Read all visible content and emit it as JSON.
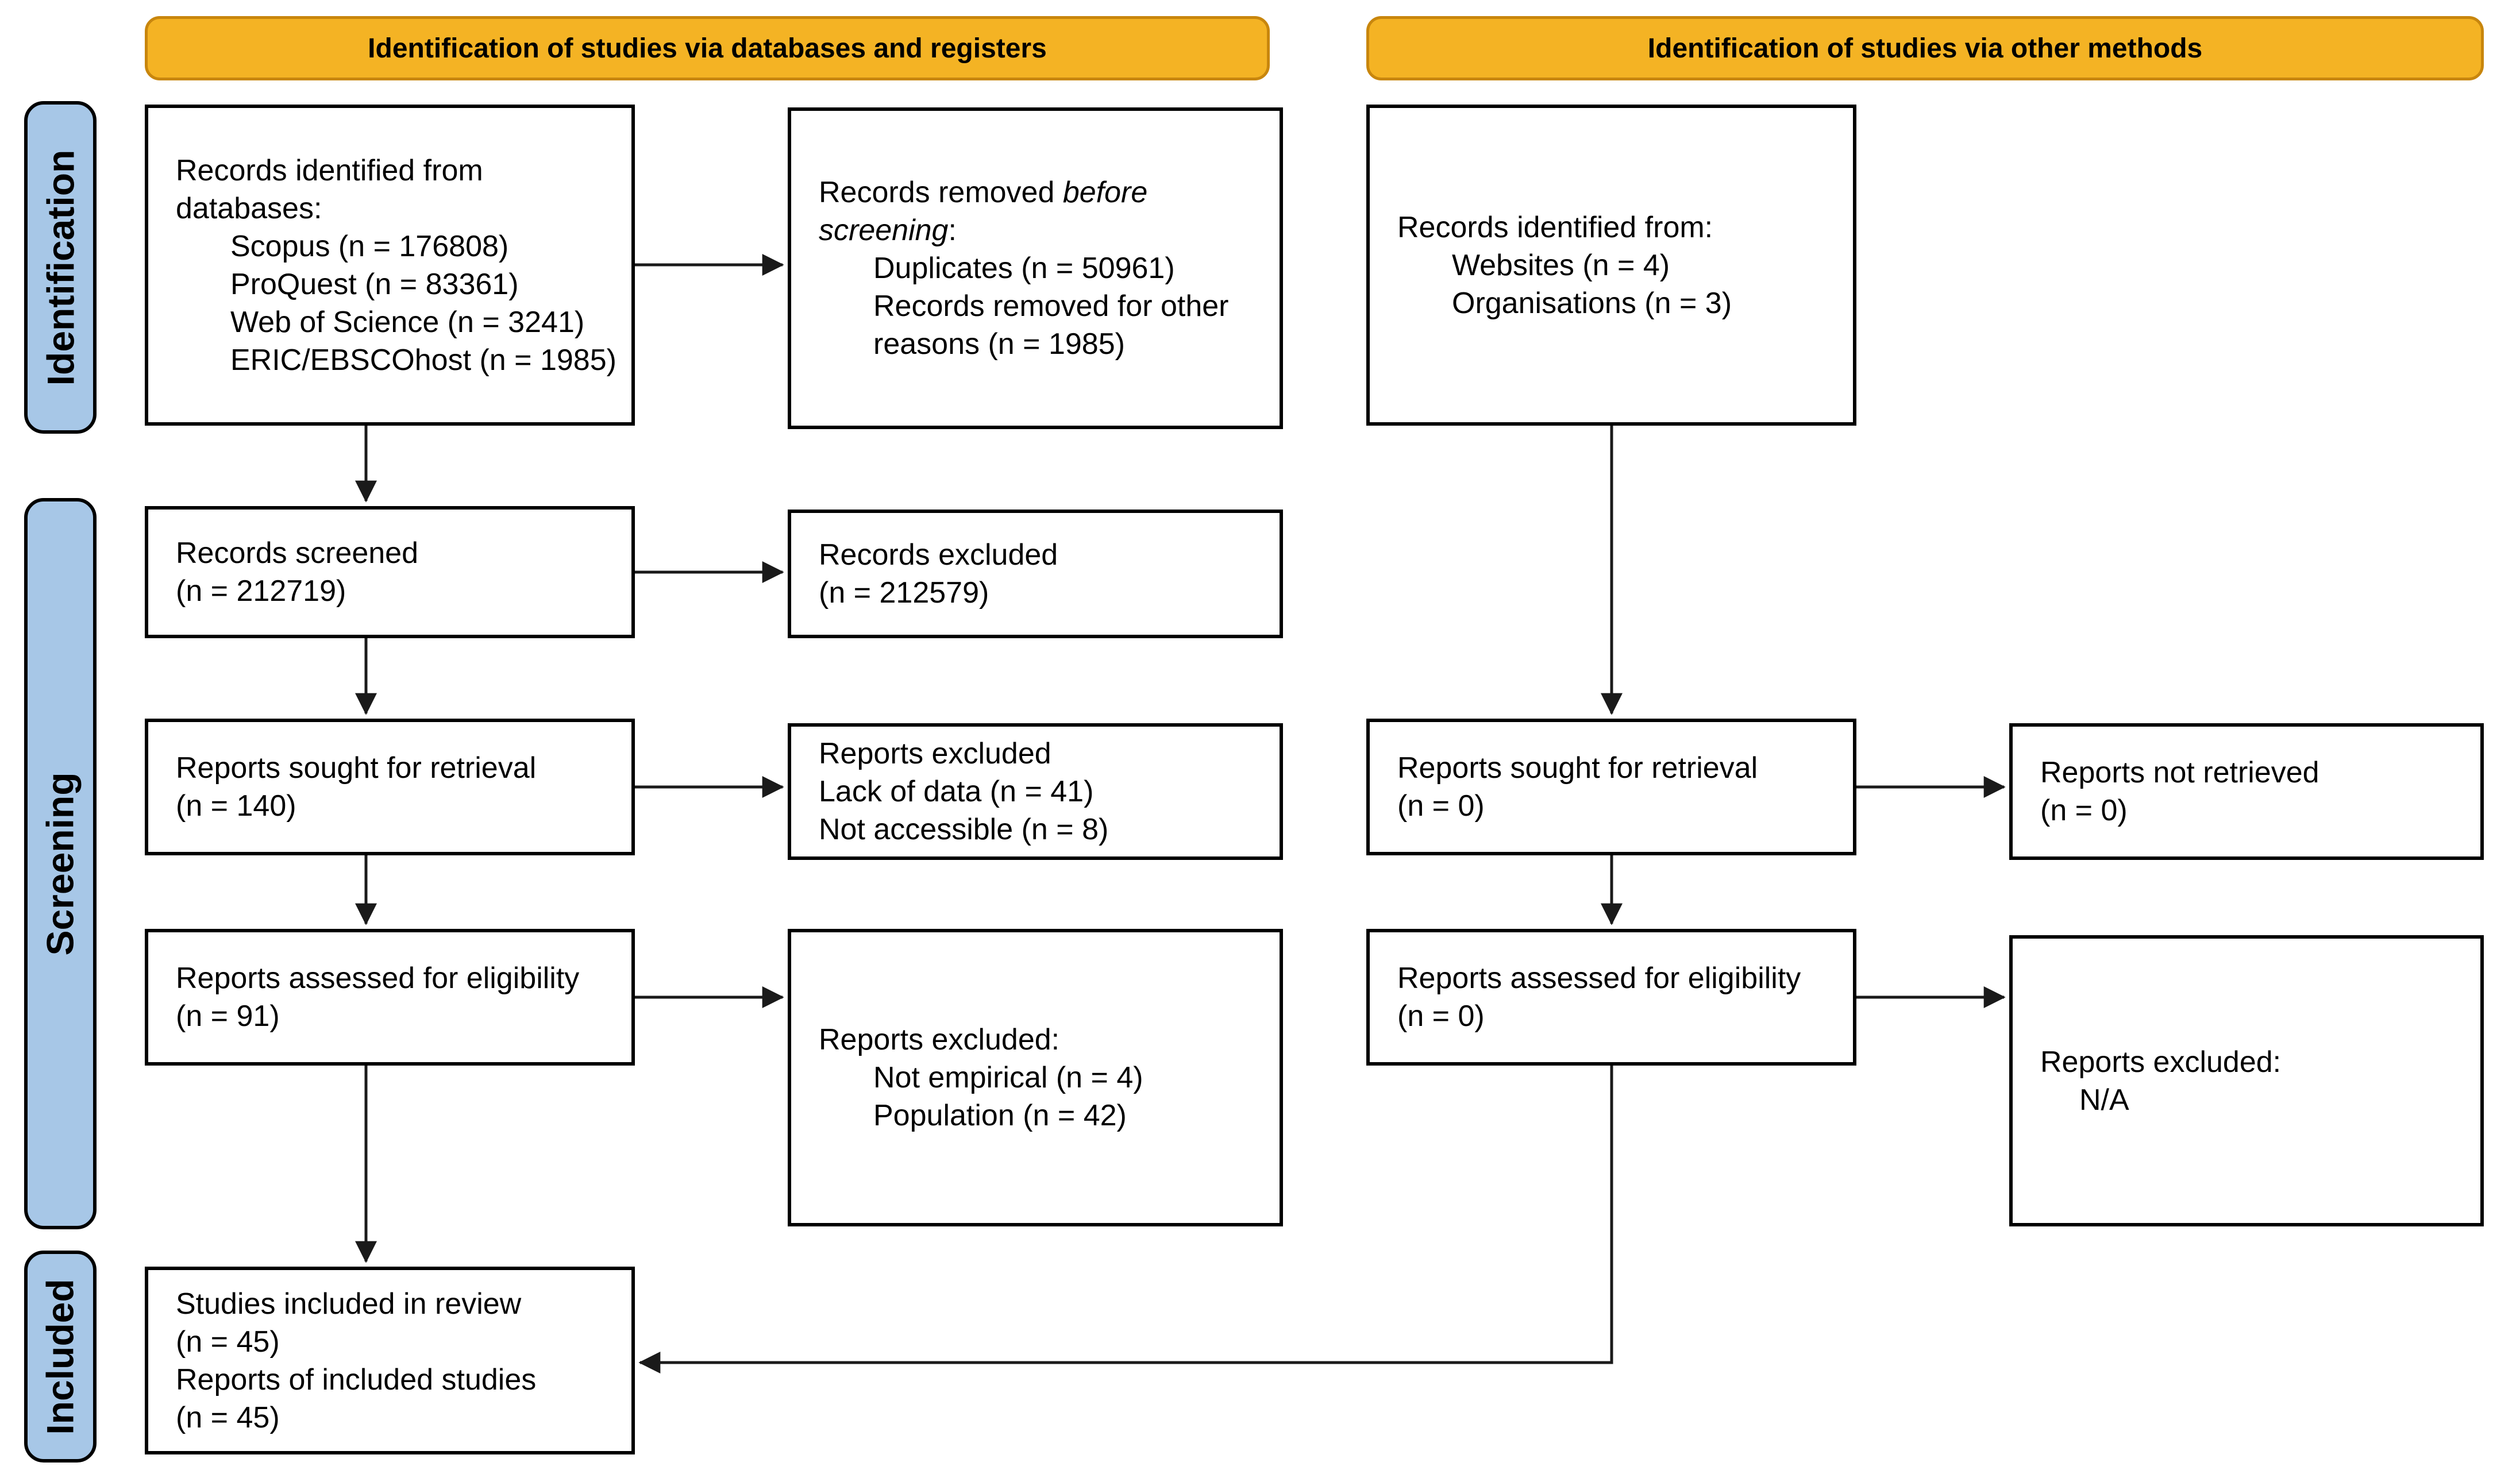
{
  "banners": {
    "databases": "Identification of studies via databases and registers",
    "other": "Identification of studies via other methods"
  },
  "stages": {
    "identification": "Identification",
    "screening": "Screening",
    "included": "Included"
  },
  "colors": {
    "banner_fill": "#F4B324",
    "banner_border": "#C8860D",
    "stage_fill": "#A7C7E7",
    "box_border": "#000000",
    "arrow": "#1a1a1a"
  },
  "boxes": {
    "db_identified": {
      "line1": "Records identified from",
      "line2": "databases:",
      "items": [
        "Scopus (n = 176808)",
        "ProQuest (n = 83361)",
        "Web of Science (n = 3241)",
        "ERIC/EBSCOhost (n = 1985)"
      ]
    },
    "records_removed": {
      "prefix": "Records removed ",
      "italic": "before screening",
      "suffix": ":",
      "items": [
        "Duplicates (n = 50961)",
        "Records removed for other reasons (n = 1985)"
      ]
    },
    "records_screened": {
      "line1": "Records screened",
      "line2": "(n = 212719)"
    },
    "records_excluded": {
      "line1": "Records excluded",
      "line2": "(n = 212579)"
    },
    "reports_sought_db": {
      "line1": "Reports sought for retrieval",
      "line2": "(n = 140)"
    },
    "reports_excluded_retrieval": {
      "line1": "Reports excluded",
      "items": [
        "Lack of data (n = 41)",
        "Not accessible (n = 8)"
      ]
    },
    "reports_assessed_db": {
      "line1": "Reports assessed for eligibility",
      "line2": "(n = 91)"
    },
    "reports_excluded_eligibility": {
      "line1": "Reports excluded:",
      "items": [
        "Not empirical (n = 4)",
        "Population (n = 42)"
      ]
    },
    "included": {
      "line1": "Studies included in review",
      "line2": "(n = 45)",
      "line3": "Reports of included studies",
      "line4": "(n = 45)"
    },
    "other_identified": {
      "line1": "Records identified from:",
      "items": [
        "Websites (n = 4)",
        "Organisations (n = 3)"
      ]
    },
    "reports_sought_other": {
      "line1": "Reports sought for retrieval",
      "line2": "(n = 0)"
    },
    "reports_not_retrieved": {
      "line1": "Reports not retrieved",
      "line2": "(n = 0)"
    },
    "reports_assessed_other": {
      "line1": "Reports assessed for eligibility",
      "line2": "(n = 0)"
    },
    "reports_excluded_other": {
      "line1": "Reports excluded:",
      "items": [
        "N/A"
      ]
    }
  }
}
